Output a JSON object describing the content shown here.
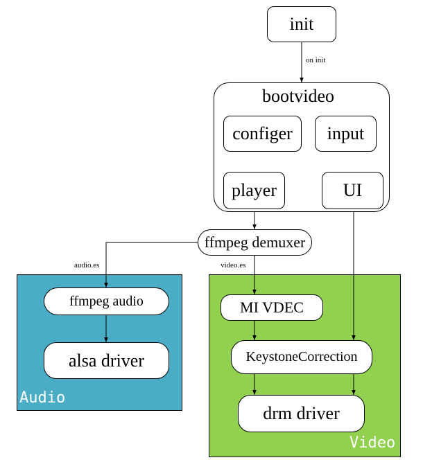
{
  "nodes": {
    "init": "init",
    "bootvideo": "bootvideo",
    "configer": "configer",
    "input": "input",
    "player": "player",
    "ui": "UI",
    "ffmpeg_demuxer": "ffmpeg demuxer",
    "ffmpeg_audio": "ffmpeg audio",
    "alsa_driver": "alsa driver",
    "mi_vdec": "MI VDEC",
    "keystone_correction": "KeystoneCorrection",
    "drm_driver": "drm driver"
  },
  "zones": {
    "audio": {
      "label": "Audio",
      "color": "#4bacc6"
    },
    "video": {
      "label": "Video",
      "color": "#92d050"
    }
  },
  "edge_labels": {
    "on_init": "on init",
    "audio_es": "audio.es",
    "video_es": "video.es"
  }
}
